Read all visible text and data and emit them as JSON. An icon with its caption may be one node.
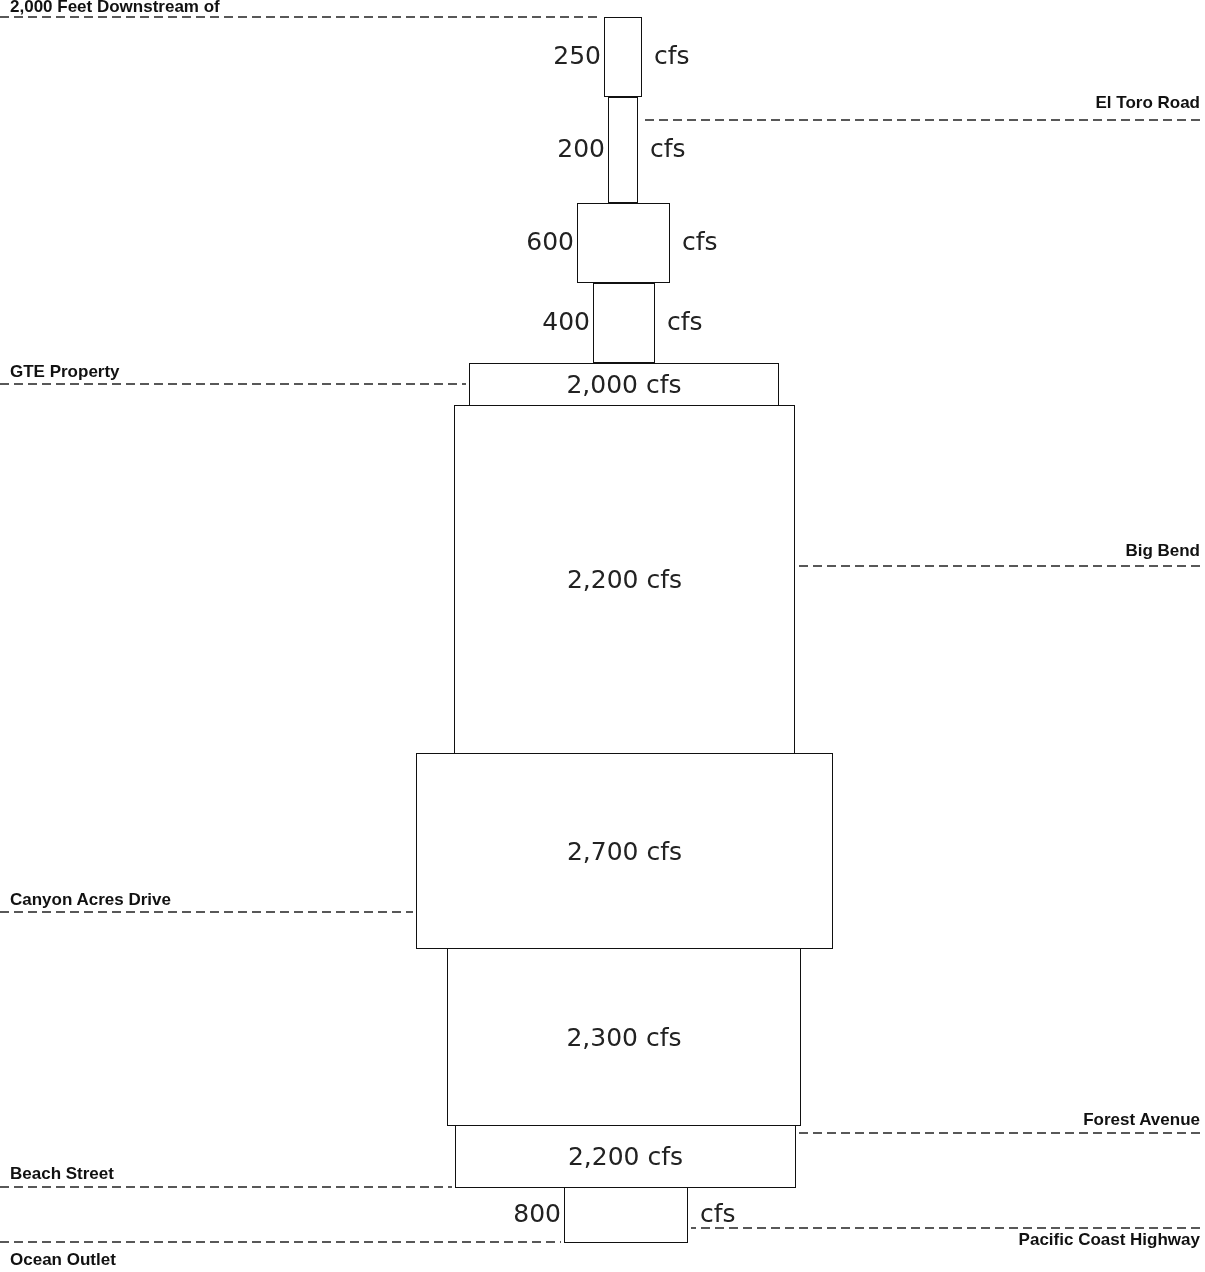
{
  "diagram": {
    "nodes": [
      {
        "text": [
          "2,000 Feet Downstream of"
        ]
      },
      {
        "text": [],
        "shape": "box",
        "beside": [
          "250",
          "cfs"
        ]
      },
      {
        "text": [
          "El Toro Road"
        ]
      },
      {
        "text": [],
        "shape": "box",
        "beside": [
          "200",
          "cfs"
        ]
      },
      {
        "text": [],
        "shape": "box",
        "beside": [
          "600",
          "cfs"
        ]
      },
      {
        "text": [],
        "shape": "box",
        "beside": [
          "400",
          "cfs"
        ]
      },
      {
        "text": [
          "GTE Property"
        ]
      },
      {
        "text": [
          "2,000 cfs"
        ]
      },
      {
        "text": [
          "2,200 cfs"
        ]
      },
      {
        "text": [
          "Big Bend"
        ]
      },
      {
        "text": [
          "2,700 cfs"
        ]
      },
      {
        "text": [
          "Canyon Acres Drive"
        ]
      },
      {
        "text": [
          "2,300 cfs"
        ]
      },
      {
        "text": [
          "Forest Avenue"
        ]
      },
      {
        "text": [
          "2,200 cfs"
        ]
      },
      {
        "text": [
          "Beach Street"
        ]
      },
      {
        "text": [],
        "shape": "box",
        "beside": [
          "800",
          "cfs"
        ]
      },
      {
        "text": [
          "Pacific Coast Highway"
        ]
      },
      {
        "text": [
          "Ocean Outlet"
        ]
      }
    ],
    "edges": [
      {
        "from": 0,
        "to": 1,
        "arrow": "none",
        "style": "dashed"
      },
      {
        "from": 2,
        "to": 3,
        "arrow": "none",
        "style": "dashed"
      },
      {
        "from": 6,
        "to": 7,
        "arrow": "none",
        "style": "dashed"
      },
      {
        "from": 9,
        "to": 8,
        "arrow": "none",
        "style": "dashed"
      },
      {
        "from": 11,
        "to": 10,
        "arrow": "none",
        "style": "dashed"
      },
      {
        "from": 13,
        "to": 14,
        "arrow": "none",
        "style": "dashed"
      },
      {
        "from": 15,
        "to": 14,
        "arrow": "none",
        "style": "dashed"
      },
      {
        "from": 17,
        "to": 16,
        "arrow": "none",
        "style": "dashed"
      },
      {
        "from": 18,
        "to": 16,
        "arrow": "none",
        "style": "dashed"
      }
    ]
  }
}
